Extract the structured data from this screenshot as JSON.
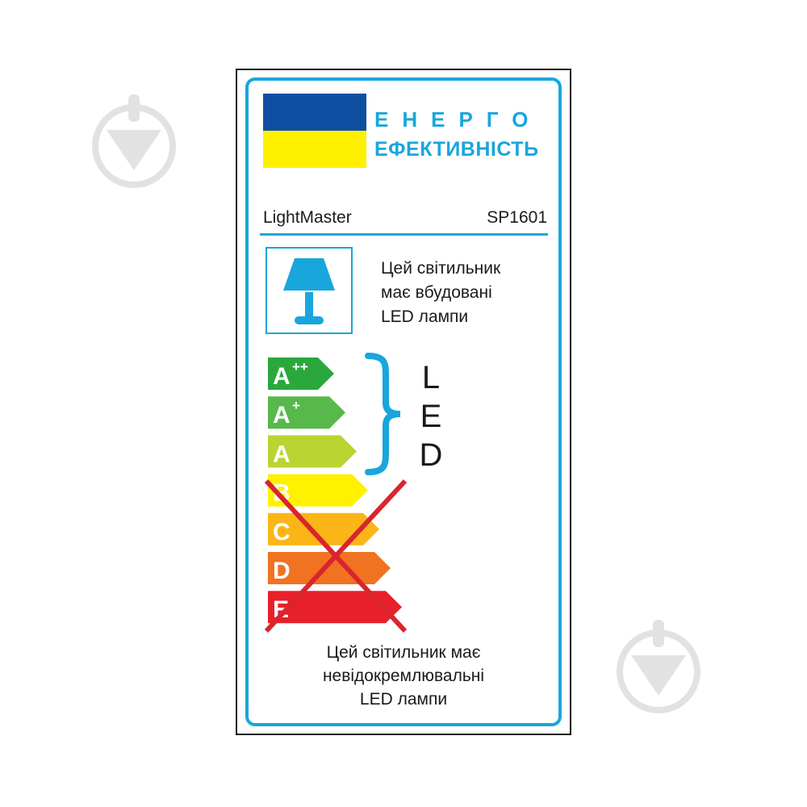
{
  "header": {
    "title_line1": "ЕНЕРГО",
    "title_line2": "ЕФЕКТИВНІСТЬ",
    "flag_colors": {
      "top": "#0f4fa1",
      "bottom": "#fff000"
    }
  },
  "product": {
    "brand": "LightMaster",
    "model": "SP1601"
  },
  "builtin_note": {
    "icon": "table-lamp-icon",
    "lines": [
      "Цей світильник",
      "має вбудовані",
      "LED лампи"
    ]
  },
  "energy_scale": {
    "classes": [
      {
        "letter": "A",
        "sup": "++",
        "color": "#2aa83d"
      },
      {
        "letter": "A",
        "sup": "+",
        "color": "#56b94a"
      },
      {
        "letter": "A",
        "sup": "",
        "color": "#bad531"
      },
      {
        "letter": "B",
        "sup": "",
        "color": "#fff100"
      },
      {
        "letter": "C",
        "sup": "",
        "color": "#fbb517"
      },
      {
        "letter": "D",
        "sup": "",
        "color": "#f17321"
      },
      {
        "letter": "E",
        "sup": "",
        "color": "#e8202a"
      }
    ],
    "applicable_note": [
      "L",
      "E",
      "D"
    ],
    "crossed_out_classes": [
      "B",
      "C",
      "D",
      "E"
    ],
    "accent_color": "#18a6dd",
    "cross_color": "#d7262d"
  },
  "footer": {
    "lines": [
      "Цей світильник має",
      "невідокремлювальні",
      "LED лампи"
    ]
  }
}
